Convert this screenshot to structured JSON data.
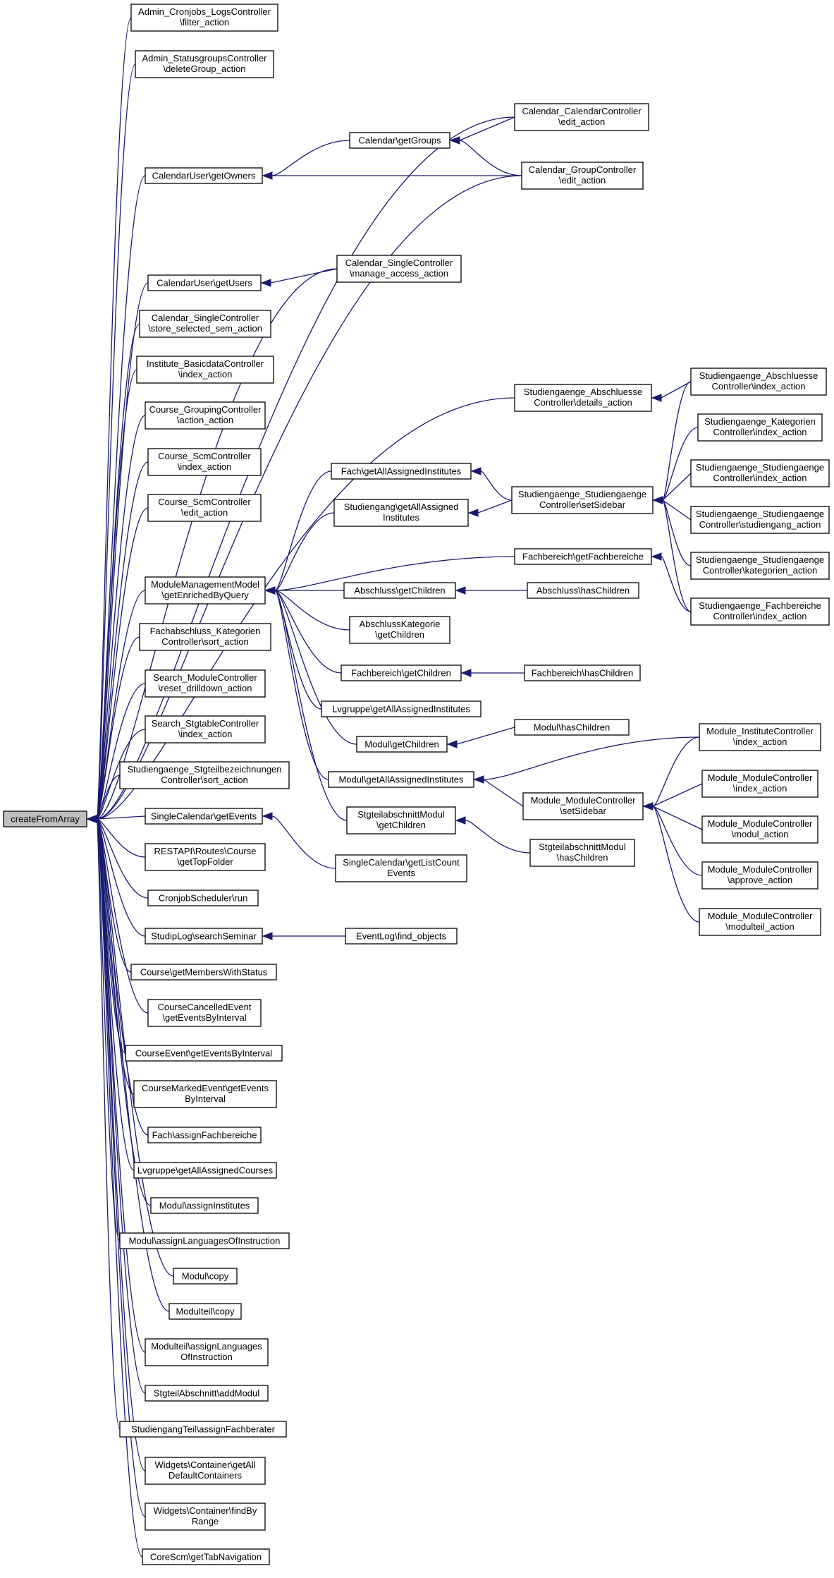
{
  "nodes": [
    {
      "id": "root",
      "lines": [
        "createFromArray"
      ],
      "root": true
    },
    {
      "id": "n1",
      "lines": [
        "Admin_Cronjobs_LogsController",
        "\\filter_action"
      ]
    },
    {
      "id": "n2",
      "lines": [
        "Admin_StatusgroupsController",
        "\\deleteGroup_action"
      ]
    },
    {
      "id": "n3",
      "lines": [
        "CalendarUser\\getOwners"
      ]
    },
    {
      "id": "n4",
      "lines": [
        "CalendarUser\\getUsers"
      ]
    },
    {
      "id": "n5",
      "lines": [
        "Calendar_SingleController",
        "\\store_selected_sem_action"
      ]
    },
    {
      "id": "n6",
      "lines": [
        "Institute_BasicdataController",
        "\\index_action"
      ]
    },
    {
      "id": "n7",
      "lines": [
        "Course_GroupingController",
        "\\action_action"
      ]
    },
    {
      "id": "n8",
      "lines": [
        "Course_ScmController",
        "\\index_action"
      ]
    },
    {
      "id": "n9",
      "lines": [
        "Course_ScmController",
        "\\edit_action"
      ]
    },
    {
      "id": "n10",
      "lines": [
        "ModuleManagementModel",
        "\\getEnrichedByQuery"
      ]
    },
    {
      "id": "n11",
      "lines": [
        "Fachabschluss_Kategorien",
        "Controller\\sort_action"
      ]
    },
    {
      "id": "n12",
      "lines": [
        "Search_ModuleController",
        "\\reset_drilldown_action"
      ]
    },
    {
      "id": "n13",
      "lines": [
        "Search_StgtableController",
        "\\index_action"
      ]
    },
    {
      "id": "n14",
      "lines": [
        "Studiengaenge_Stgteilbezeichnungen",
        "Controller\\sort_action"
      ]
    },
    {
      "id": "n15",
      "lines": [
        "SingleCalendar\\getEvents"
      ]
    },
    {
      "id": "n16",
      "lines": [
        "RESTAPI\\Routes\\Course",
        "\\getTopFolder"
      ]
    },
    {
      "id": "n17",
      "lines": [
        "CronjobScheduler\\run"
      ]
    },
    {
      "id": "n18",
      "lines": [
        "StudipLog\\searchSeminar"
      ]
    },
    {
      "id": "n19",
      "lines": [
        "Course\\getMembersWithStatus"
      ]
    },
    {
      "id": "n20",
      "lines": [
        "CourseCancelledEvent",
        "\\getEventsByInterval"
      ]
    },
    {
      "id": "n21",
      "lines": [
        "CourseEvent\\getEventsByInterval"
      ]
    },
    {
      "id": "n22",
      "lines": [
        "CourseMarkedEvent\\getEvents",
        "ByInterval"
      ]
    },
    {
      "id": "n23",
      "lines": [
        "Fach\\assignFachbereiche"
      ]
    },
    {
      "id": "n24",
      "lines": [
        "Lvgruppe\\getAllAssignedCourses"
      ]
    },
    {
      "id": "n25",
      "lines": [
        "Modul\\assignInstitutes"
      ]
    },
    {
      "id": "n26",
      "lines": [
        "Modul\\assignLanguagesOfInstruction"
      ]
    },
    {
      "id": "n27",
      "lines": [
        "Modul\\copy"
      ]
    },
    {
      "id": "n28",
      "lines": [
        "Modulteil\\copy"
      ]
    },
    {
      "id": "n29",
      "lines": [
        "Modulteil\\assignLanguages",
        "OfInstruction"
      ]
    },
    {
      "id": "n30",
      "lines": [
        "StgteilAbschnitt\\addModul"
      ]
    },
    {
      "id": "n31",
      "lines": [
        "StudiengangTeil\\assignFachberater"
      ]
    },
    {
      "id": "n32",
      "lines": [
        "Widgets\\Container\\getAll",
        "DefaultContainers"
      ]
    },
    {
      "id": "n33",
      "lines": [
        "Widgets\\Container\\findBy",
        "Range"
      ]
    },
    {
      "id": "n34",
      "lines": [
        "CoreScm\\getTabNavigation"
      ]
    },
    {
      "id": "m1",
      "lines": [
        "Calendar\\getGroups"
      ]
    },
    {
      "id": "m2",
      "lines": [
        "Calendar_SingleController",
        "\\manage_access_action"
      ]
    },
    {
      "id": "m3",
      "lines": [
        "Fach\\getAllAssignedInstitutes"
      ]
    },
    {
      "id": "m4",
      "lines": [
        "Studiengang\\getAllAssigned",
        "Institutes"
      ]
    },
    {
      "id": "m5",
      "lines": [
        "Abschluss\\getChildren"
      ]
    },
    {
      "id": "m6",
      "lines": [
        "AbschlussKategorie",
        "\\getChildren"
      ]
    },
    {
      "id": "m7",
      "lines": [
        "Fachbereich\\getChildren"
      ]
    },
    {
      "id": "m8",
      "lines": [
        "Lvgruppe\\getAllAssignedInstitutes"
      ]
    },
    {
      "id": "m9",
      "lines": [
        "Modul\\getChildren"
      ]
    },
    {
      "id": "m10",
      "lines": [
        "Modul\\getAllAssignedInstitutes"
      ]
    },
    {
      "id": "m11",
      "lines": [
        "StgteilabschnittModul",
        "\\getChildren"
      ]
    },
    {
      "id": "m12",
      "lines": [
        "SingleCalendar\\getListCount",
        "Events"
      ]
    },
    {
      "id": "m13",
      "lines": [
        "EventLog\\find_objects"
      ]
    },
    {
      "id": "r1",
      "lines": [
        "Calendar_CalendarController",
        "\\edit_action"
      ]
    },
    {
      "id": "r2",
      "lines": [
        "Calendar_GroupController",
        "\\edit_action"
      ]
    },
    {
      "id": "r3",
      "lines": [
        "Studiengaenge_Abschluesse",
        "Controller\\details_action"
      ]
    },
    {
      "id": "r4",
      "lines": [
        "Studiengaenge_Studiengaenge",
        "Controller\\setSidebar"
      ]
    },
    {
      "id": "r5",
      "lines": [
        "Fachbereich\\getFachbereiche"
      ]
    },
    {
      "id": "r6",
      "lines": [
        "Abschluss\\hasChildren"
      ]
    },
    {
      "id": "r7",
      "lines": [
        "Fachbereich\\hasChildren"
      ]
    },
    {
      "id": "r8",
      "lines": [
        "Modul\\hasChildren"
      ]
    },
    {
      "id": "r9",
      "lines": [
        "Module_ModuleController",
        "\\setSidebar"
      ]
    },
    {
      "id": "r10",
      "lines": [
        "StgteilabschnittModul",
        "\\hasChildren"
      ]
    },
    {
      "id": "f1",
      "lines": [
        "Studiengaenge_Abschluesse",
        "Controller\\index_action"
      ]
    },
    {
      "id": "f2",
      "lines": [
        "Studiengaenge_Kategorien",
        "Controller\\index_action"
      ]
    },
    {
      "id": "f3",
      "lines": [
        "Studiengaenge_Studiengaenge",
        "Controller\\index_action"
      ]
    },
    {
      "id": "f4",
      "lines": [
        "Studiengaenge_Studiengaenge",
        "Controller\\studiengang_action"
      ]
    },
    {
      "id": "f5",
      "lines": [
        "Studiengaenge_Studiengaenge",
        "Controller\\kategorien_action"
      ]
    },
    {
      "id": "f6",
      "lines": [
        "Studiengaenge_Fachbereiche",
        "Controller\\index_action"
      ]
    },
    {
      "id": "f7",
      "lines": [
        "Module_InstituteController",
        "\\index_action"
      ]
    },
    {
      "id": "f8",
      "lines": [
        "Module_ModuleController",
        "\\index_action"
      ]
    },
    {
      "id": "f9",
      "lines": [
        "Module_ModuleController",
        "\\modul_action"
      ]
    },
    {
      "id": "f10",
      "lines": [
        "Module_ModuleController",
        "\\approve_action"
      ]
    },
    {
      "id": "f11",
      "lines": [
        "Module_ModuleController",
        "\\modulteil_action"
      ]
    }
  ],
  "edges": [
    {
      "from": "n1",
      "to": "root"
    },
    {
      "from": "n2",
      "to": "root"
    },
    {
      "from": "n3",
      "to": "root"
    },
    {
      "from": "n4",
      "to": "root"
    },
    {
      "from": "n5",
      "to": "root"
    },
    {
      "from": "n6",
      "to": "root"
    },
    {
      "from": "n7",
      "to": "root"
    },
    {
      "from": "n8",
      "to": "root"
    },
    {
      "from": "n9",
      "to": "root"
    },
    {
      "from": "n10",
      "to": "root"
    },
    {
      "from": "n11",
      "to": "root"
    },
    {
      "from": "n12",
      "to": "root"
    },
    {
      "from": "n13",
      "to": "root"
    },
    {
      "from": "n14",
      "to": "root"
    },
    {
      "from": "n15",
      "to": "root"
    },
    {
      "from": "n16",
      "to": "root"
    },
    {
      "from": "n17",
      "to": "root"
    },
    {
      "from": "n18",
      "to": "root"
    },
    {
      "from": "n19",
      "to": "root"
    },
    {
      "from": "n20",
      "to": "root"
    },
    {
      "from": "n21",
      "to": "root"
    },
    {
      "from": "n22",
      "to": "root"
    },
    {
      "from": "n23",
      "to": "root"
    },
    {
      "from": "n24",
      "to": "root"
    },
    {
      "from": "n25",
      "to": "root"
    },
    {
      "from": "n26",
      "to": "root"
    },
    {
      "from": "n27",
      "to": "root"
    },
    {
      "from": "n28",
      "to": "root"
    },
    {
      "from": "n29",
      "to": "root"
    },
    {
      "from": "n30",
      "to": "root"
    },
    {
      "from": "n31",
      "to": "root"
    },
    {
      "from": "n32",
      "to": "root"
    },
    {
      "from": "n33",
      "to": "root"
    },
    {
      "from": "n34",
      "to": "root"
    },
    {
      "from": "r1",
      "to": "root"
    },
    {
      "from": "r2",
      "to": "root"
    },
    {
      "from": "m2",
      "to": "root"
    },
    {
      "from": "r3",
      "to": "root"
    },
    {
      "from": "m1",
      "to": "n3"
    },
    {
      "from": "r2",
      "to": "n3"
    },
    {
      "from": "r1",
      "to": "m1"
    },
    {
      "from": "r2",
      "to": "m1"
    },
    {
      "from": "m2",
      "to": "n4"
    },
    {
      "from": "m3",
      "to": "n10"
    },
    {
      "from": "m4",
      "to": "n10"
    },
    {
      "from": "r5",
      "to": "n10"
    },
    {
      "from": "m5",
      "to": "n10"
    },
    {
      "from": "m6",
      "to": "n10"
    },
    {
      "from": "m7",
      "to": "n10"
    },
    {
      "from": "m8",
      "to": "n10"
    },
    {
      "from": "m9",
      "to": "n10"
    },
    {
      "from": "m10",
      "to": "n10"
    },
    {
      "from": "m11",
      "to": "n10"
    },
    {
      "from": "r4",
      "to": "m3"
    },
    {
      "from": "r4",
      "to": "m4"
    },
    {
      "from": "r6",
      "to": "m5"
    },
    {
      "from": "r7",
      "to": "m7"
    },
    {
      "from": "r8",
      "to": "m9"
    },
    {
      "from": "r9",
      "to": "m10"
    },
    {
      "from": "f7",
      "to": "m10"
    },
    {
      "from": "r10",
      "to": "m11"
    },
    {
      "from": "f1",
      "to": "r3"
    },
    {
      "from": "f1",
      "to": "r4"
    },
    {
      "from": "f2",
      "to": "r4"
    },
    {
      "from": "f3",
      "to": "r4"
    },
    {
      "from": "f4",
      "to": "r4"
    },
    {
      "from": "f5",
      "to": "r4"
    },
    {
      "from": "f6",
      "to": "r4"
    },
    {
      "from": "f6",
      "to": "r5"
    },
    {
      "from": "f7",
      "to": "r9"
    },
    {
      "from": "f8",
      "to": "r9"
    },
    {
      "from": "f9",
      "to": "r9"
    },
    {
      "from": "f10",
      "to": "r9"
    },
    {
      "from": "f11",
      "to": "r9"
    },
    {
      "from": "m12",
      "to": "n15"
    },
    {
      "from": "m13",
      "to": "n18"
    }
  ]
}
